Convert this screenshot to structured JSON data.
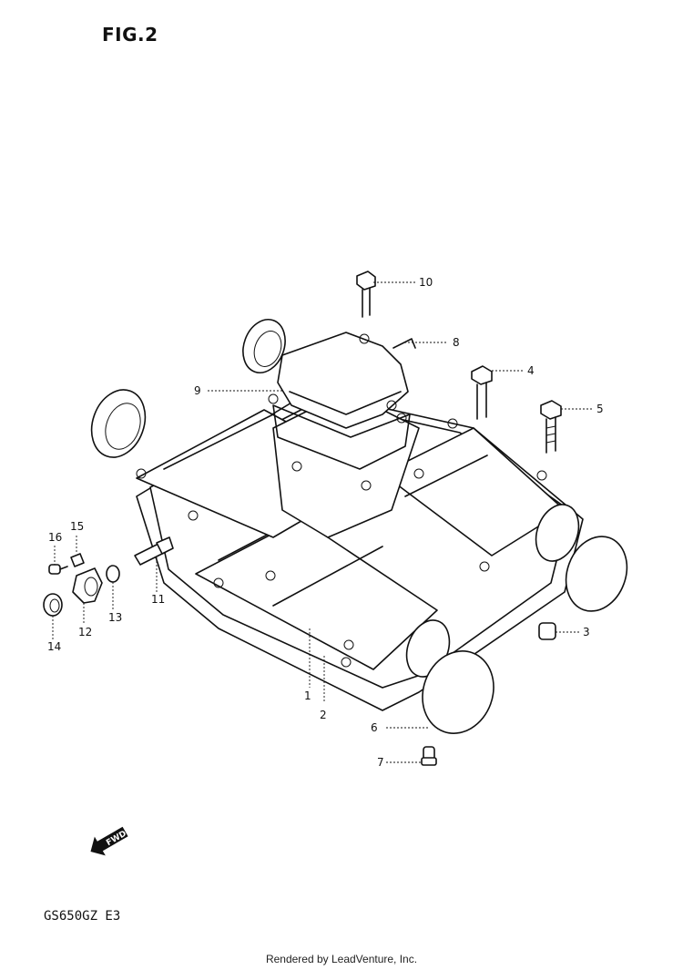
{
  "figure": {
    "title": "FIG.2",
    "model_code": "GS650GZ E3"
  },
  "footer": {
    "text": "Rendered by LeadVenture, Inc."
  },
  "callouts": [
    {
      "id": "1",
      "label": "1"
    },
    {
      "id": "2",
      "label": "2"
    },
    {
      "id": "3",
      "label": "3"
    },
    {
      "id": "4",
      "label": "4"
    },
    {
      "id": "5",
      "label": "5"
    },
    {
      "id": "6",
      "label": "6"
    },
    {
      "id": "7",
      "label": "7"
    },
    {
      "id": "8",
      "label": "8"
    },
    {
      "id": "9",
      "label": "9"
    },
    {
      "id": "10",
      "label": "10"
    },
    {
      "id": "11",
      "label": "11"
    },
    {
      "id": "12",
      "label": "12"
    },
    {
      "id": "13",
      "label": "13"
    },
    {
      "id": "14",
      "label": "14"
    },
    {
      "id": "15",
      "label": "15"
    },
    {
      "id": "16",
      "label": "16"
    }
  ],
  "direction_marker": {
    "label": "FWD",
    "icon": "forward-arrow-icon"
  },
  "colors": {
    "line": "#111111",
    "background": "#ffffff"
  }
}
